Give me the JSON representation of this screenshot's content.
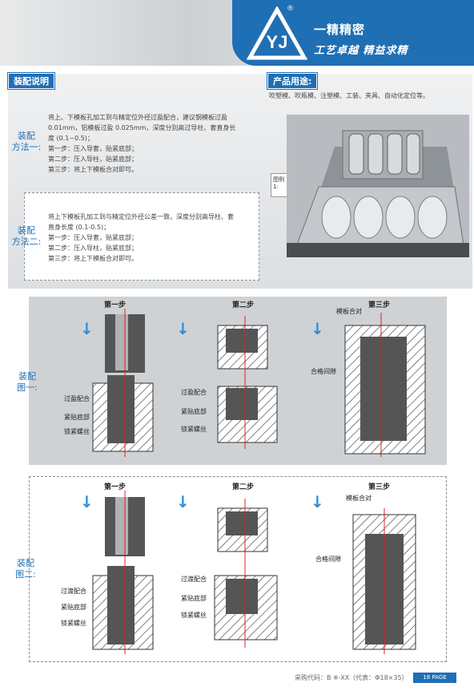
{
  "header": {
    "brand_title": "一精精密",
    "brand_slogan": "工艺卓越  精益求精",
    "logo_letters": "YJ",
    "registered_mark": "®"
  },
  "assembly": {
    "tag": "装配说明",
    "method1": {
      "label_line1": "装配",
      "label_line2": "方法一:",
      "desc_line1": "将上、下模板孔加工到与精定位外径过盈配合，建议钢模板过盈",
      "desc_line2": "0.01mm，铝模板过盈 0.025mm，深度分别高过导柱、套直身长",
      "desc_line3": "度 (0.1~0.5)；",
      "step1": "第一步：压入导套，贴紧底部；",
      "step2": "第二步：压入导柱，贴紧底部；",
      "step3": "第三步：将上下模板合对即可。"
    },
    "method2": {
      "label_line1": "装配",
      "label_line2": "方法二:",
      "desc_line1": "将上下模板孔加工到与精定位外径公差一致，深度分别高导柱、套",
      "desc_line2": "直身长度 (0.1-0.5)；",
      "step1": "第一步：压入导套，贴紧底部；",
      "step2": "第二步：压入导柱，贴紧底部；",
      "step3": "第三步：将上下模板合对即可。"
    }
  },
  "usage": {
    "tag": "产品用途:",
    "text": "吹塑模、吹瓶模、注塑模、工装、夹具、自动化定位等。",
    "figure_label": "图例 1:"
  },
  "diagram1": {
    "label_line1": "装配",
    "label_line2": "图一:",
    "step1": "第一步",
    "step2": "第二步",
    "step3": "第三步",
    "s1_a": "过盈配合",
    "s1_b": "紧贴底部",
    "s1_c": "锁紧螺丝",
    "s2_a": "过盈配合",
    "s2_b": "紧贴底部",
    "s2_c": "锁紧螺丝",
    "s3_top": "模板合对",
    "s3_gap": "合格间隙"
  },
  "diagram2": {
    "label_line1": "装配",
    "label_line2": "图二:",
    "step1": "第一步",
    "step2": "第二步",
    "step3": "第三步",
    "s1_a": "过渡配合",
    "s1_b": "紧贴底部",
    "s1_c": "锁紧螺丝",
    "s2_a": "过渡配合",
    "s2_b": "紧贴底部",
    "s2_c": "锁紧螺丝",
    "s3_top": "模板合对",
    "s3_gap": "合格间隙"
  },
  "footer": {
    "code": "采购代码：B ※-XX（代表：Φ18×35）",
    "page": "18 PAGE"
  },
  "colors": {
    "brand": "#1f6fb5",
    "arrow": "#2e8fd6",
    "axis": "#e02020"
  }
}
